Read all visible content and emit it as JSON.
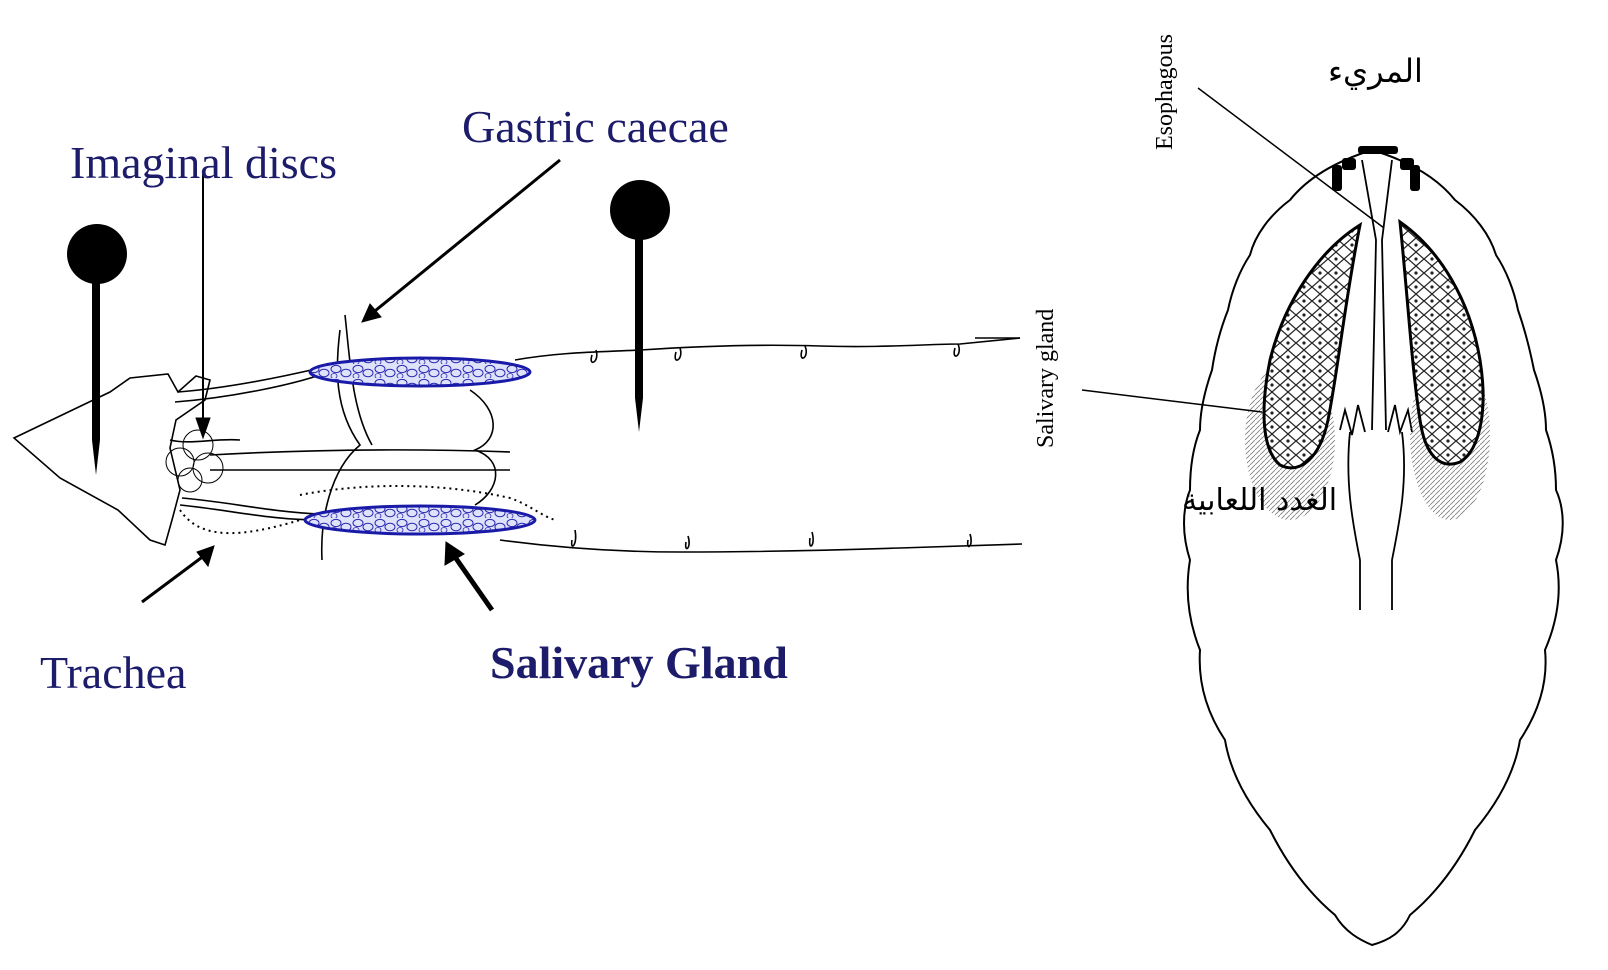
{
  "labels": {
    "imaginal_discs": "Imaginal discs",
    "gastric_caecae": "Gastric caecae",
    "trachea": "Trachea",
    "salivary_gland_bold": "Salivary Gland",
    "esophagous": "Esophagous",
    "salivary_gland_small": "Salivary gland",
    "arabic_esophagus": "المريء",
    "arabic_salivary_glands": "الغدد اللعابية"
  },
  "colors": {
    "label_blue": "#1c1c6b",
    "line": "#000000",
    "gland_fill": "#c9cdf2",
    "gland_stroke": "#1a1aa8"
  }
}
